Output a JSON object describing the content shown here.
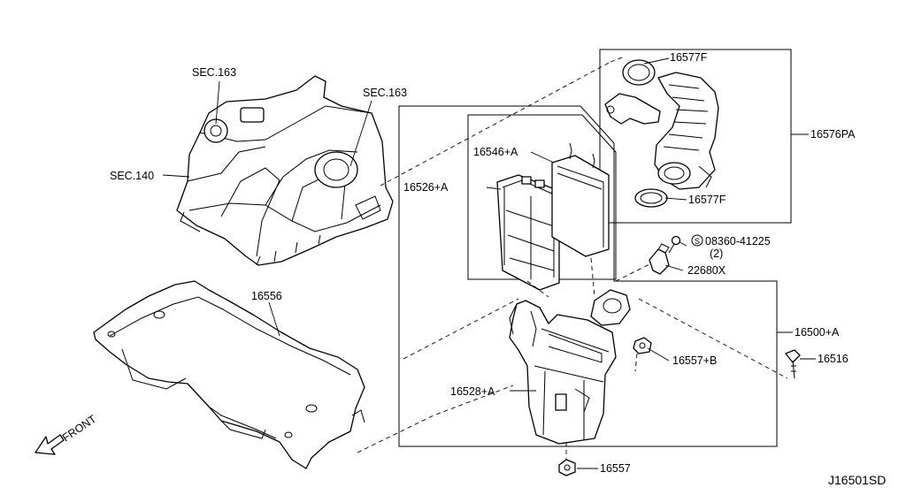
{
  "diagram_id": "J16501SD",
  "front_label": "FRONT",
  "labels": {
    "sec163_top": "SEC.163",
    "sec163_right": "SEC.163",
    "sec140": "SEC.140",
    "p16556": "16556",
    "p16577f_top": "16577F",
    "p16577f_bottom": "16577F",
    "p16576pa": "16576PA",
    "p16546a": "16546+A",
    "p16526a": "16526+A",
    "p08360": "08360-41225",
    "p08360_qty": "(2)",
    "p22680x": "22680X",
    "p16500a": "16500+A",
    "p16516": "16516",
    "p16557b": "16557+B",
    "p16528a": "16528+A",
    "p16557": "16557"
  }
}
